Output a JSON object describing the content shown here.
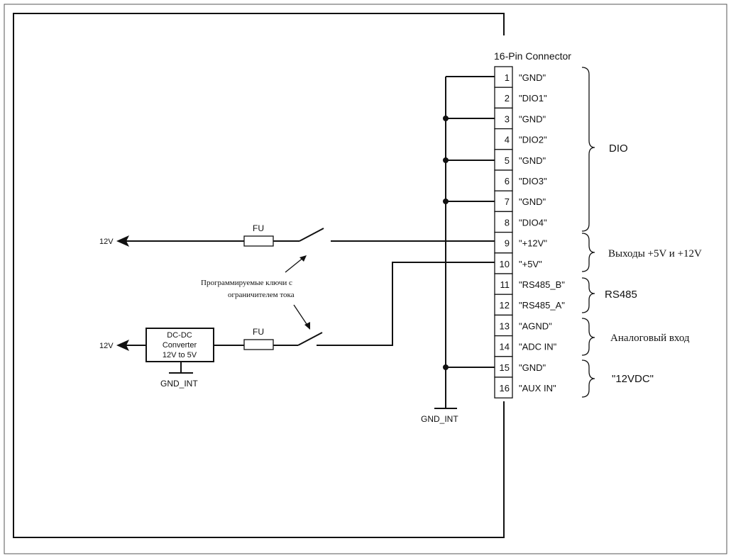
{
  "connector": {
    "title": "16-Pin Connector",
    "pins": [
      {
        "num": "1",
        "signal": "\"GND\""
      },
      {
        "num": "2",
        "signal": "\"DIO1\""
      },
      {
        "num": "3",
        "signal": "\"GND\""
      },
      {
        "num": "4",
        "signal": "\"DIO2\""
      },
      {
        "num": "5",
        "signal": "\"GND\""
      },
      {
        "num": "6",
        "signal": "\"DIO3\""
      },
      {
        "num": "7",
        "signal": "\"GND\""
      },
      {
        "num": "8",
        "signal": "\"DIO4\""
      },
      {
        "num": "9",
        "signal": "\"+12V\""
      },
      {
        "num": "10",
        "signal": "\"+5V\""
      },
      {
        "num": "11",
        "signal": "\"RS485_B\""
      },
      {
        "num": "12",
        "signal": "\"RS485_A\""
      },
      {
        "num": "13",
        "signal": "\"AGND\""
      },
      {
        "num": "14",
        "signal": "\"ADC IN\""
      },
      {
        "num": "15",
        "signal": "\"GND\""
      },
      {
        "num": "16",
        "signal": "\"AUX IN\""
      }
    ]
  },
  "groups": {
    "dio": "DIO",
    "outputs": "Выходы +5V и +12V",
    "rs485": "RS485",
    "analog": "Аналоговый вход",
    "vdc12": "\"12VDC\""
  },
  "left": {
    "out_12v_top": "12V",
    "out_12v_bottom": "12V",
    "fuse_top": "FU",
    "fuse_bottom": "FU",
    "converter_line1": "DC-DC",
    "converter_line2": "Converter",
    "converter_line3": "12V to 5V",
    "gnd_converter": "GND_INT",
    "keys_note_line1": "Программируемые ключи  с",
    "keys_note_line2": "ограничителем тока"
  },
  "gnd_main": "GND_INT"
}
